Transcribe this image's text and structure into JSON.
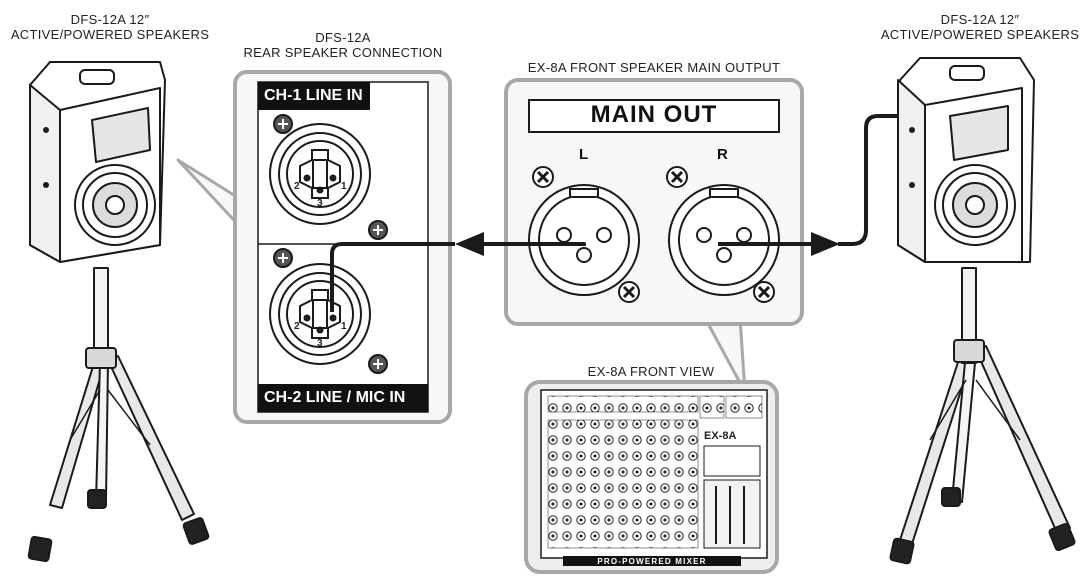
{
  "captions": {
    "left_speaker": [
      "DFS-12A 12″",
      "ACTIVE/POWERED SPEAKERS"
    ],
    "rear_connection": [
      "DFS-12A",
      "REAR SPEAKER CONNECTION"
    ],
    "front_output": "EX-8A FRONT SPEAKER MAIN OUTPUT",
    "front_view": "EX-8A FRONT VIEW",
    "right_speaker": [
      "DFS-12A 12″",
      "ACTIVE/POWERED SPEAKERS"
    ]
  },
  "rear_panel": {
    "ch1_label": "CH-1 LINE IN",
    "ch2_label": "CH-2 LINE / MIC IN",
    "pins": [
      "2",
      "1",
      "3"
    ]
  },
  "main_out": {
    "title": "MAIN OUT",
    "left": "L",
    "right": "R"
  },
  "mixer": {
    "brand": "EX-8A",
    "footer": "PRO-POWERED MIXER"
  },
  "colors": {
    "line": "#1a1a1a",
    "callout_border": "#a8a8a8",
    "panel_fill": "#ffffff",
    "label_fill": "#111111"
  }
}
